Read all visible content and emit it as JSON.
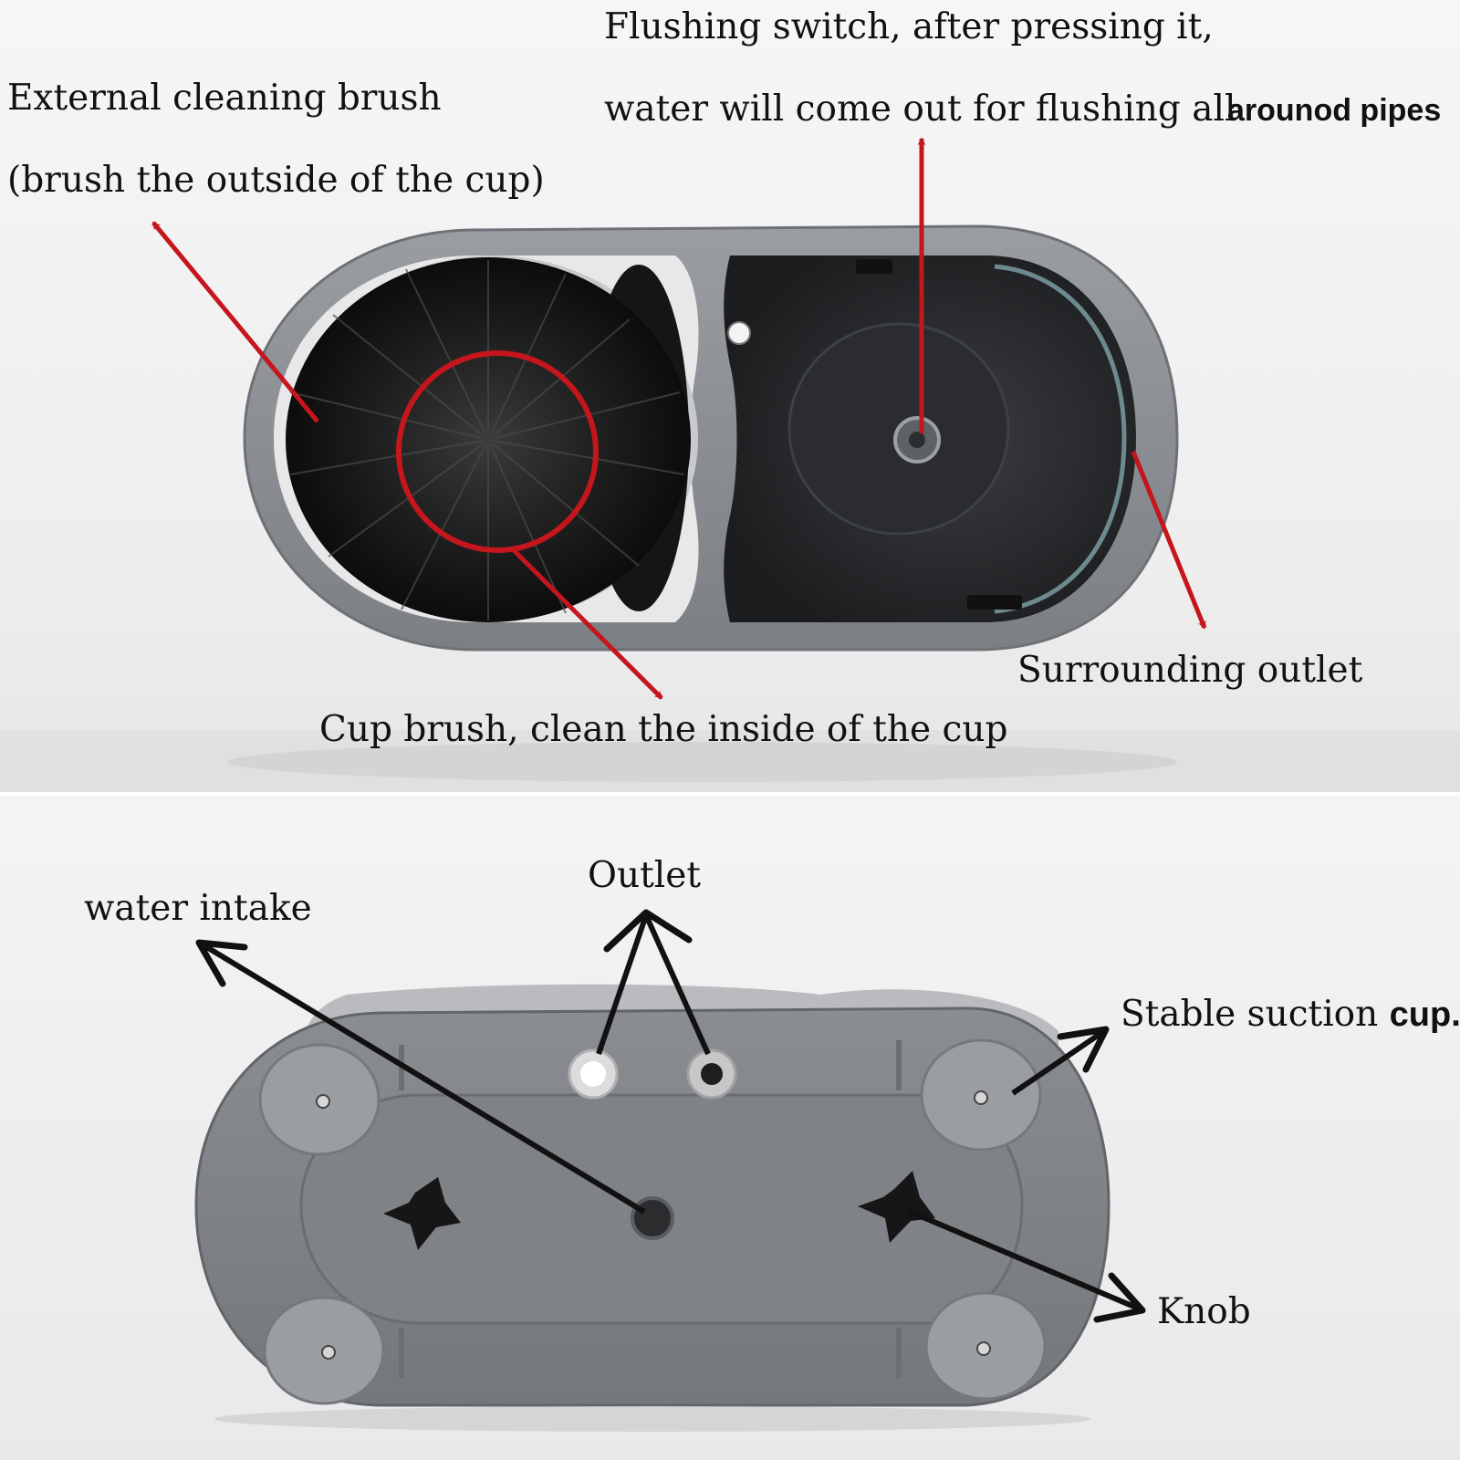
{
  "top_panel": {
    "labels": {
      "flushing_line1": "Flushing switch, after pressing it,",
      "flushing_line2a": "water will come out for flushing all",
      "flushing_line2b": "arounod pipes",
      "external_line1": "External cleaning brush",
      "external_line2": "(brush the outside of the cup)",
      "surrounding": "Surrounding outlet",
      "cup_brush": "Cup brush, clean the inside of the cup"
    },
    "annotation_color": "#c4161c"
  },
  "bottom_panel": {
    "labels": {
      "water_intake": "water intake",
      "outlet": "Outlet",
      "suction_a": "Stable suction ",
      "suction_b": "cup.",
      "knob": "Knob"
    },
    "annotation_color": "#111111"
  },
  "colors": {
    "housing_gray": "#8c8f93",
    "housing_dark": "#6e7176",
    "bristle_black": "#161616",
    "background": "#f3f3f3"
  }
}
